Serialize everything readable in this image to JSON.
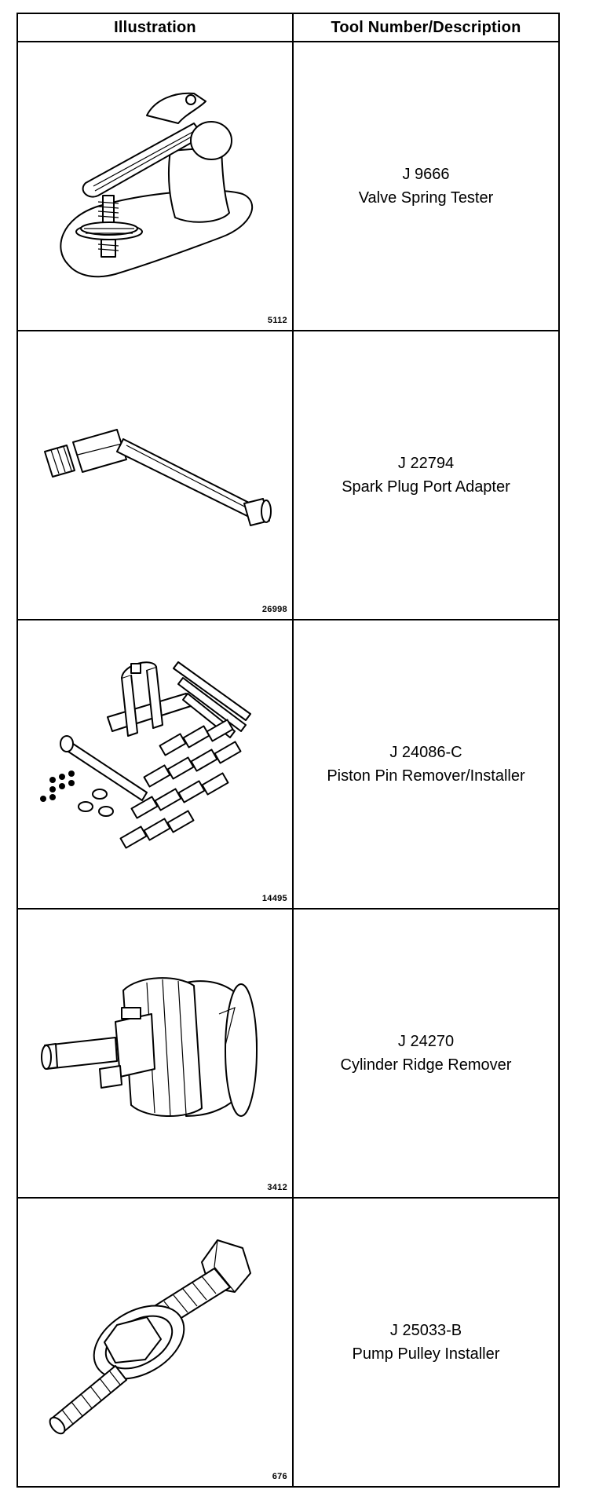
{
  "headers": {
    "illustration": "Illustration",
    "description": "Tool Number/Description"
  },
  "rows": [
    {
      "figure": "5112",
      "number": "J 9666",
      "description": "Valve Spring Tester",
      "icon": "valve-spring-tester-illustration"
    },
    {
      "figure": "26998",
      "number": "J 22794",
      "description": "Spark Plug Port Adapter",
      "icon": "spark-plug-port-adapter-illustration"
    },
    {
      "figure": "14495",
      "number": "J 24086-C",
      "description": "Piston Pin Remover/Installer",
      "icon": "piston-pin-remover-installer-illustration"
    },
    {
      "figure": "3412",
      "number": "J 24270",
      "description": "Cylinder Ridge Remover",
      "icon": "cylinder-ridge-remover-illustration"
    },
    {
      "figure": "676",
      "number": "J 25033-B",
      "description": "Pump Pulley Installer",
      "icon": "pump-pulley-installer-illustration"
    }
  ]
}
